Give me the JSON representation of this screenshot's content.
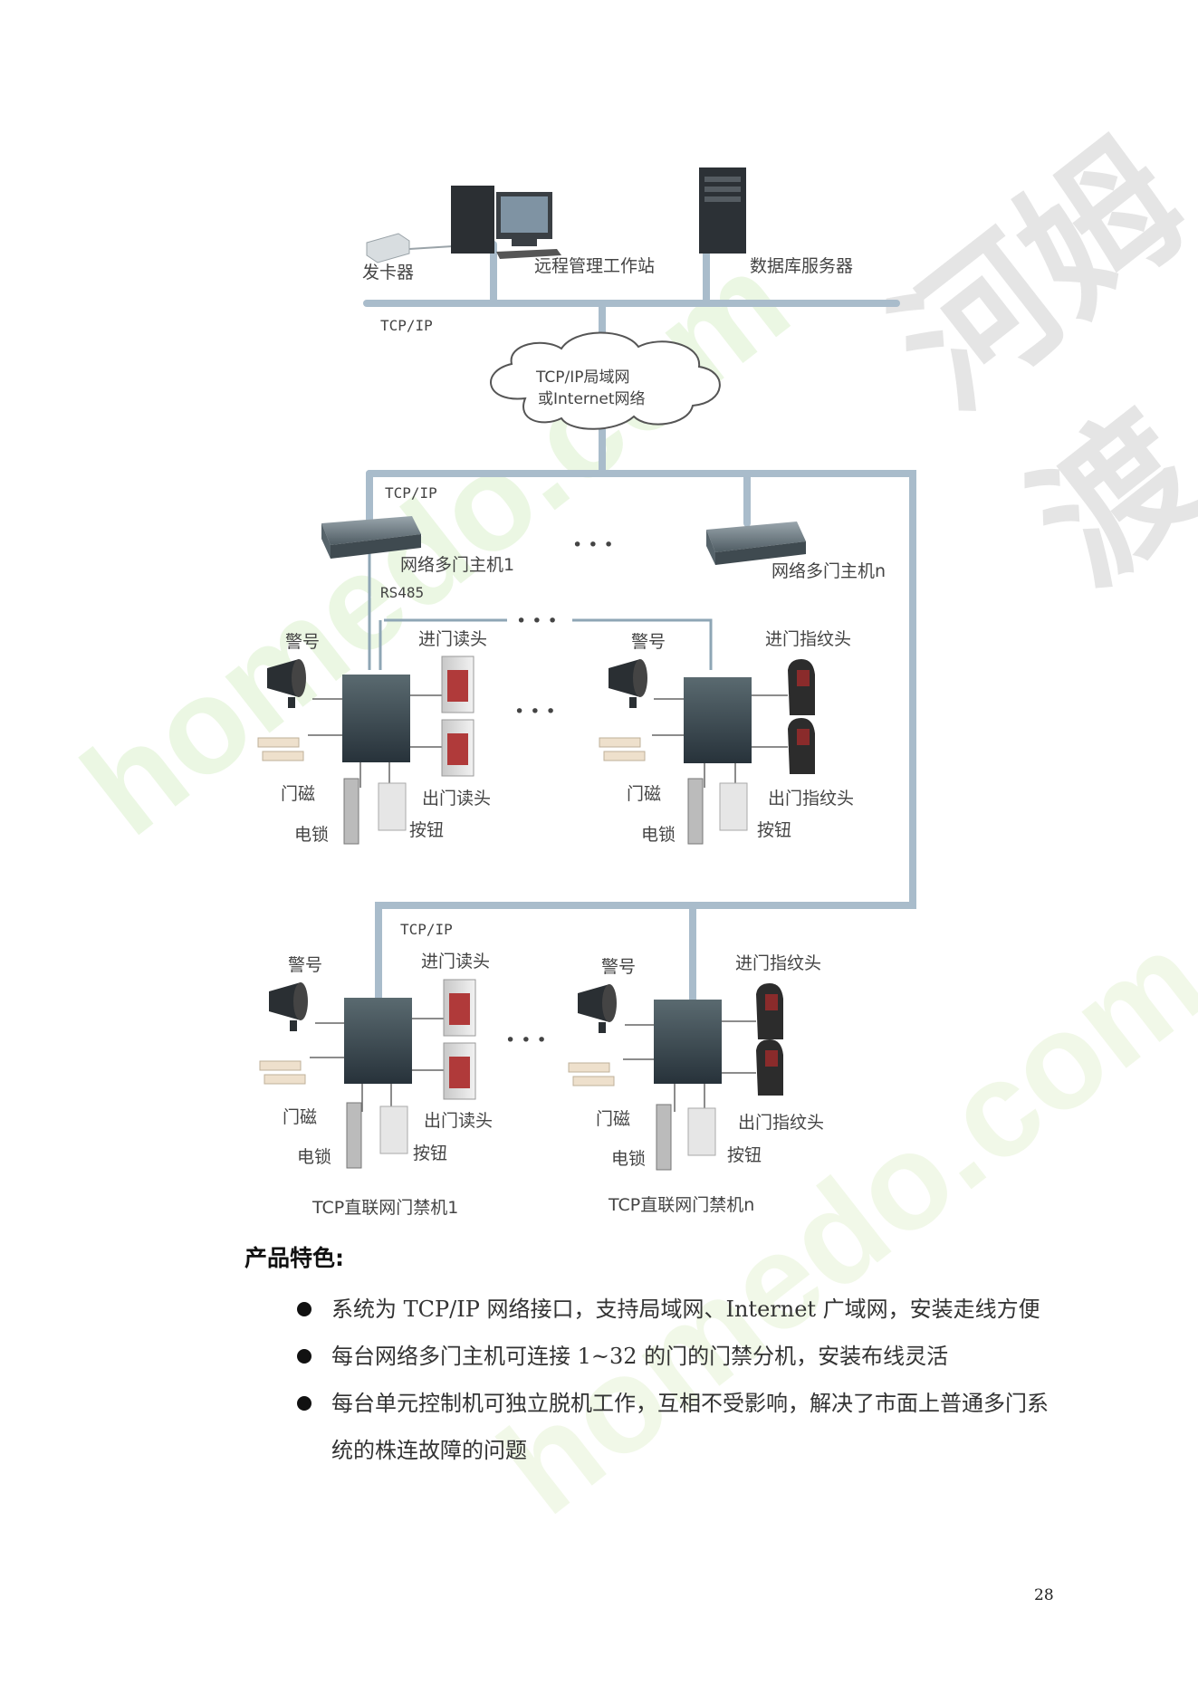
{
  "watermark": {
    "domain_text": "homedo.com",
    "brand_text": "河姆渡"
  },
  "diagram": {
    "top": {
      "card_issuer": "发卡器",
      "workstation": "远程管理工作站",
      "db_server": "数据库服务器",
      "bus_label": "TCP/IP"
    },
    "cloud": {
      "line1": "TCP/IP局域网",
      "line2": "或Internet网络"
    },
    "network": {
      "bus_label": "TCP/IP",
      "host_1": "网络多门主机1",
      "host_n": "网络多门主机n",
      "rs485": "RS485",
      "ellipsis": "• • •"
    },
    "panels": [
      {
        "alarm": "警号",
        "in_reader": "进门读头",
        "out_reader": "出门读头",
        "door_sensor": "门磁",
        "lock": "电锁",
        "button": "按钮"
      },
      {
        "alarm": "警号",
        "in_reader": "进门指纹头",
        "out_reader": "出门指纹头",
        "door_sensor": "门磁",
        "lock": "电锁",
        "button": "按钮"
      },
      {
        "alarm": "警号",
        "in_reader": "进门读头",
        "out_reader": "出门读头",
        "door_sensor": "门磁",
        "lock": "电锁",
        "button": "按钮"
      },
      {
        "alarm": "警号",
        "in_reader": "进门指纹头",
        "out_reader": "出门指纹头",
        "door_sensor": "门磁",
        "lock": "电锁",
        "button": "按钮"
      }
    ],
    "direct": {
      "bus_label": "TCP/IP",
      "unit_1": "TCP直联网门禁机1",
      "unit_n": "TCP直联网门禁机n"
    }
  },
  "features": {
    "heading": "产品特色:",
    "items": [
      "系统为 TCP/IP 网络接口，支持局域网、Internet 广域网，安装走线方便",
      "每台网络多门主机可连接 1~32 的门的门禁分机，安装布线灵活",
      "每台单元控制机可独立脱机工作，互相不受影响，解决了市面上普通多门系统的株连故障的问题"
    ]
  },
  "page_number": "28",
  "colors": {
    "bus": "#a9bccb",
    "text": "#444444",
    "device_dark": "#2f3a3f"
  }
}
